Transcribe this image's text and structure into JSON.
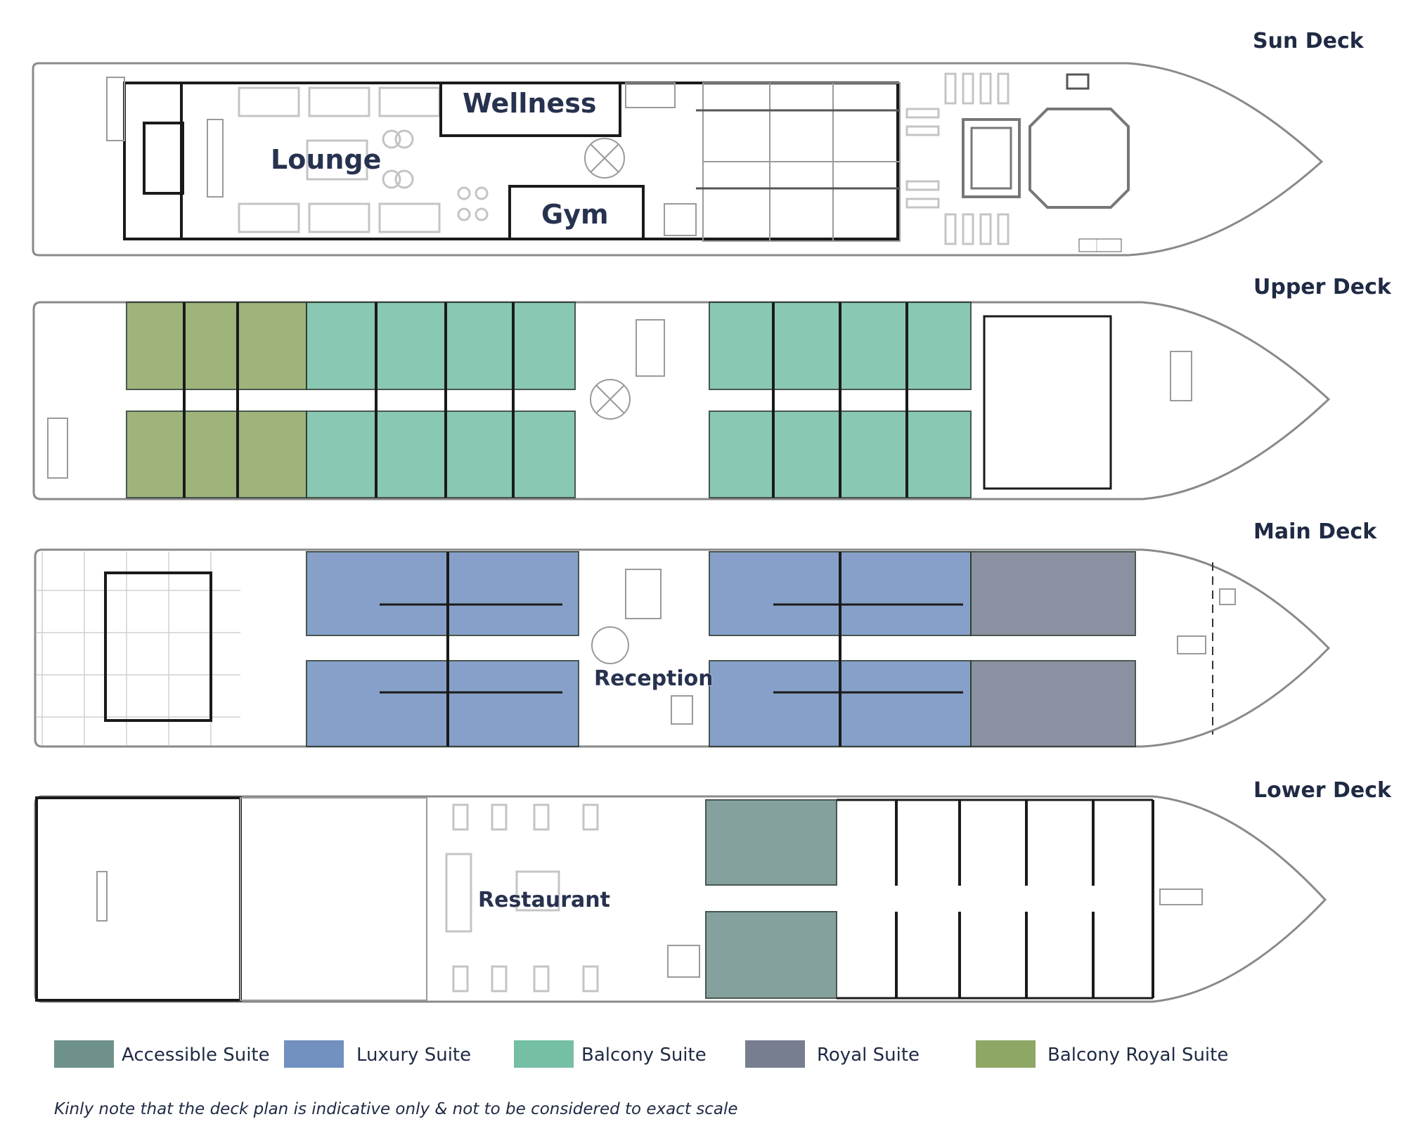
{
  "decks": [
    {
      "name": "Sun Deck",
      "areas": [
        "Wellness",
        "Lounge",
        "Gym"
      ]
    },
    {
      "name": "Upper Deck",
      "areas": []
    },
    {
      "name": "Main Deck",
      "areas": [
        "Reception"
      ]
    },
    {
      "name": "Lower Deck",
      "areas": [
        "Restaurant"
      ]
    }
  ],
  "legend": [
    {
      "label": "Accessible Suite",
      "color": "#6f918c"
    },
    {
      "label": "Luxury Suite",
      "color": "#7290c0"
    },
    {
      "label": "Balcony  Suite",
      "color": "#75bfa5"
    },
    {
      "label": "Royal Suite",
      "color": "#777e90"
    },
    {
      "label": "Balcony Royal  Suite",
      "color": "#8fa764"
    }
  ],
  "note": "Kinly note that the deck plan is indicative only & not to be considered to exact scale"
}
